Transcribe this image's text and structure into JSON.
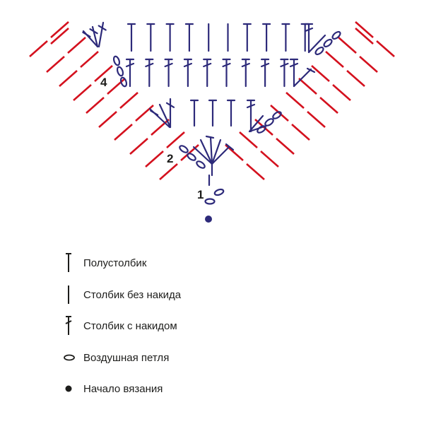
{
  "diagram": {
    "row_labels": [
      "1",
      "2",
      "4"
    ],
    "colors": {
      "stitch": "#2d2a7a",
      "edge": "#d4111e",
      "text": "#1d1d1b"
    }
  },
  "legend": [
    {
      "icon": "half-double-crochet-icon",
      "label": "Полустолбик"
    },
    {
      "icon": "single-crochet-icon",
      "label": "Столбик без накида"
    },
    {
      "icon": "double-crochet-icon",
      "label": "Столбик с накидом"
    },
    {
      "icon": "chain-stitch-icon",
      "label": "Воздушная петля"
    },
    {
      "icon": "start-dot-icon",
      "label": "Начало вязания"
    }
  ]
}
